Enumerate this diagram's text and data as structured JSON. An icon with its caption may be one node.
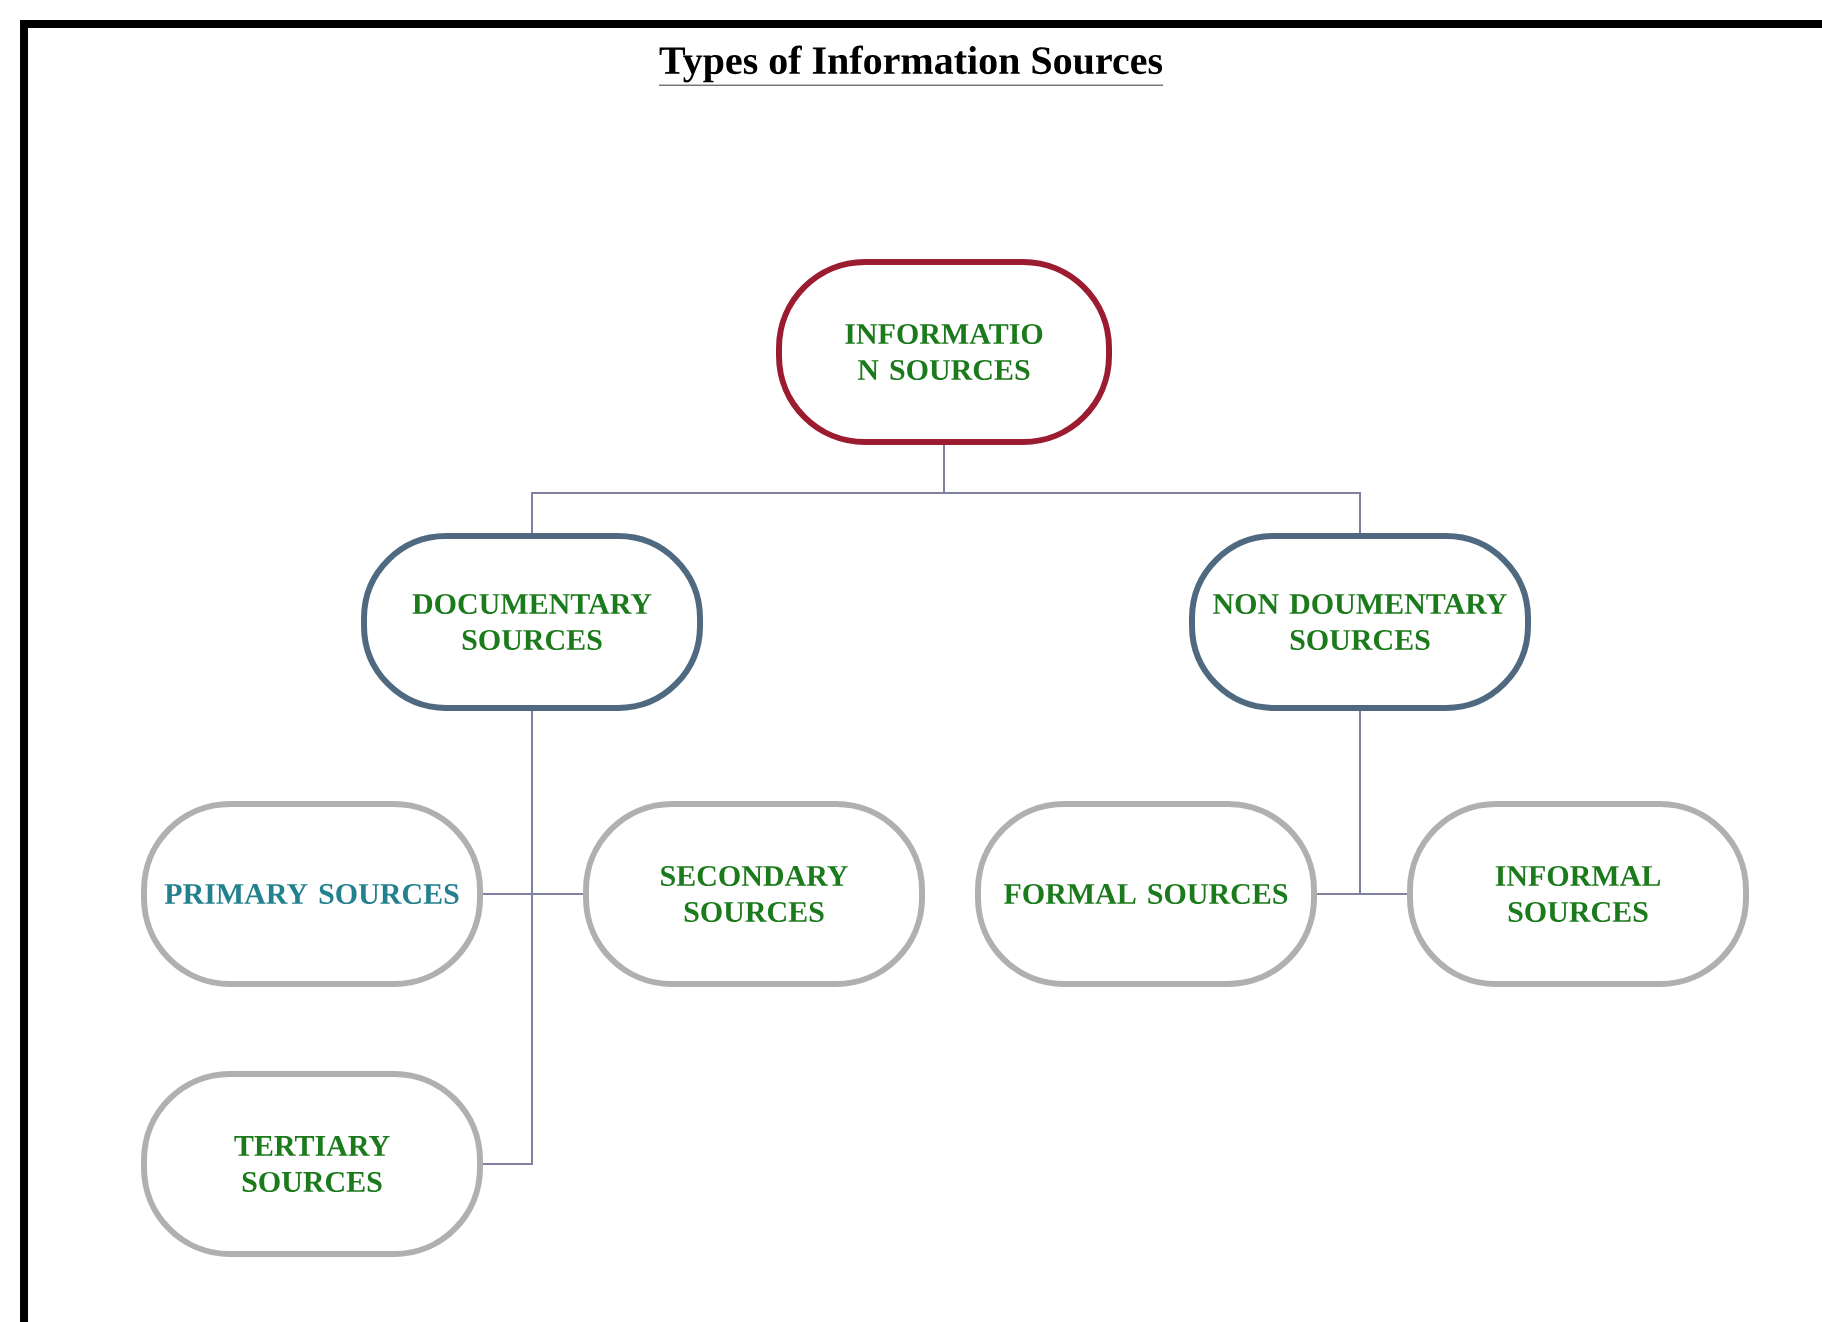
{
  "diagram": {
    "title": "Types of Information Sources",
    "nodes": [
      {
        "text": [
          "INFORMATIO N SOURCES"
        ]
      },
      {
        "text": [
          "DOCUMENTARY SOURCES"
        ]
      },
      {
        "text": [
          "NON DOUMENTARY SOURCES"
        ]
      },
      {
        "text": [
          "PRIMARY SOURCES"
        ]
      },
      {
        "text": [
          "SECONDARY SOURCES"
        ]
      },
      {
        "text": [
          "FORMAL SOURCES"
        ]
      },
      {
        "text": [
          "INFORMAL SOURCES"
        ]
      },
      {
        "text": [
          "TERTIARY SOURCES"
        ]
      }
    ],
    "edges": [
      {
        "from": 0,
        "to": 1,
        "arrow": "none"
      },
      {
        "from": 0,
        "to": 2,
        "arrow": "none"
      },
      {
        "from": 1,
        "to": 3,
        "arrow": "none"
      },
      {
        "from": 1,
        "to": 4,
        "arrow": "none"
      },
      {
        "from": 1,
        "to": 7,
        "arrow": "none"
      },
      {
        "from": 2,
        "to": 5,
        "arrow": "none"
      },
      {
        "from": 2,
        "to": 6,
        "arrow": "none"
      }
    ]
  }
}
